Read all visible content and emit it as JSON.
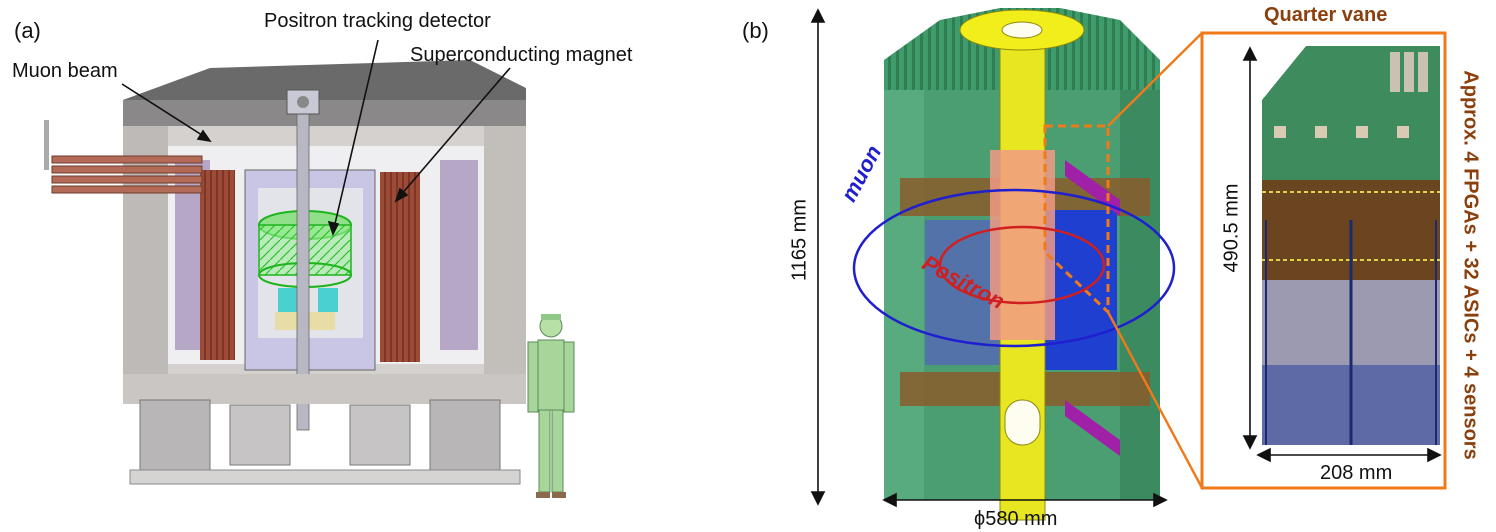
{
  "panel_a": {
    "tag": "(a)",
    "labels": {
      "muon_beam": "Muon beam",
      "tracking": "Positron tracking detector",
      "magnet": "Superconducting magnet"
    }
  },
  "panel_b": {
    "tag": "(b)",
    "height": "1165 mm",
    "diameter": "ϕ580 mm",
    "muon": "muon",
    "positron": "Positron",
    "quarter_vane": "Quarter vane",
    "vane_height": "490.5 mm",
    "vane_width": "208 mm",
    "vane_note": "Approx. 4 FPGAs + 32 ASICs + 4 sensors"
  },
  "colors": {
    "muon_orbit": "#1f1fd0",
    "positron_orbit": "#d01f1f",
    "highlight": "#f07a1a",
    "vane_text": "#8a3f0c"
  }
}
